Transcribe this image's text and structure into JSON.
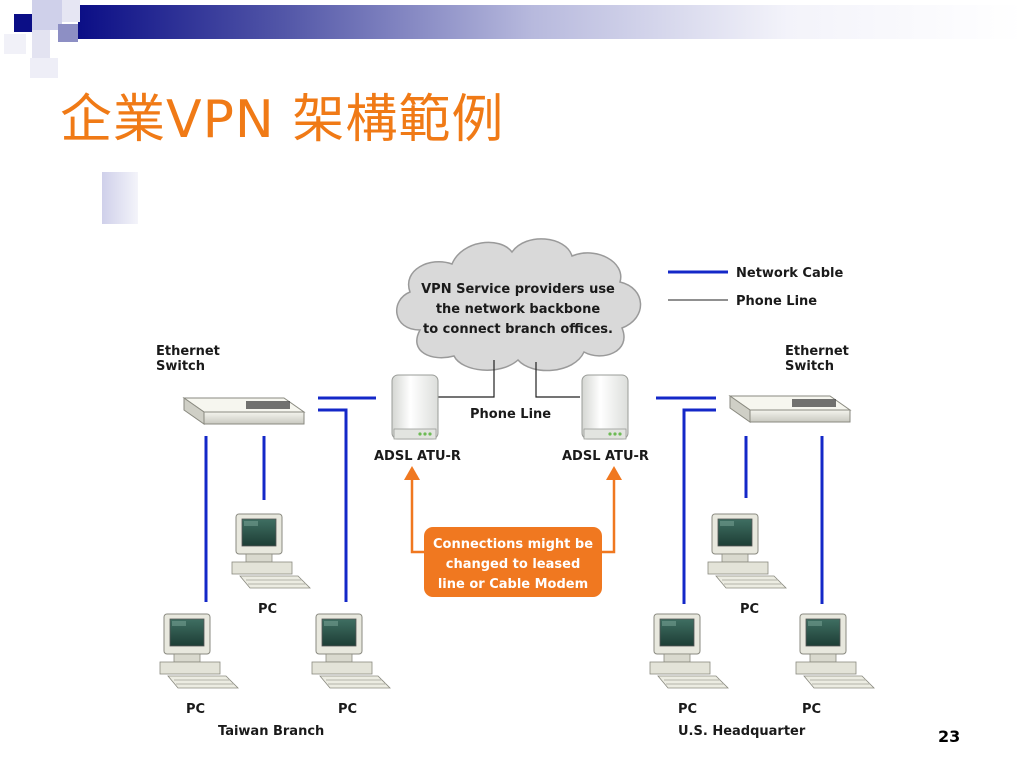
{
  "slide": {
    "title": "企業VPN 架構範例",
    "page_number": "23"
  },
  "legend": {
    "network_cable": "Network Cable",
    "phone_line": "Phone Line"
  },
  "cloud": {
    "line1": "VPN Service providers use",
    "line2": "the network backbone",
    "line3": "to connect branch offices."
  },
  "labels": {
    "switch_left_1": "Ethernet",
    "switch_left_2": "Switch",
    "switch_right_1": "Ethernet",
    "switch_right_2": "Switch",
    "modem_left": "ADSL ATU-R",
    "modem_right": "ADSL ATU-R",
    "phone_line": "Phone Line",
    "pc_left_mid": "PC",
    "pc_left_bottom_1": "PC",
    "pc_left_bottom_2": "PC",
    "pc_right_mid": "PC",
    "pc_right_bottom_1": "PC",
    "pc_right_bottom_2": "PC",
    "site_left": "Taiwan Branch",
    "site_right": "U.S. Headquarter"
  },
  "callout": {
    "line1": "Connections might be",
    "line2": "changed to leased",
    "line3": "line or Cable Modem"
  },
  "colors": {
    "title": "#f07a16",
    "network_cable": "#1428c8",
    "phone_line": "#222222",
    "callout": "#f07820",
    "cloud": "#d9d9d9"
  }
}
